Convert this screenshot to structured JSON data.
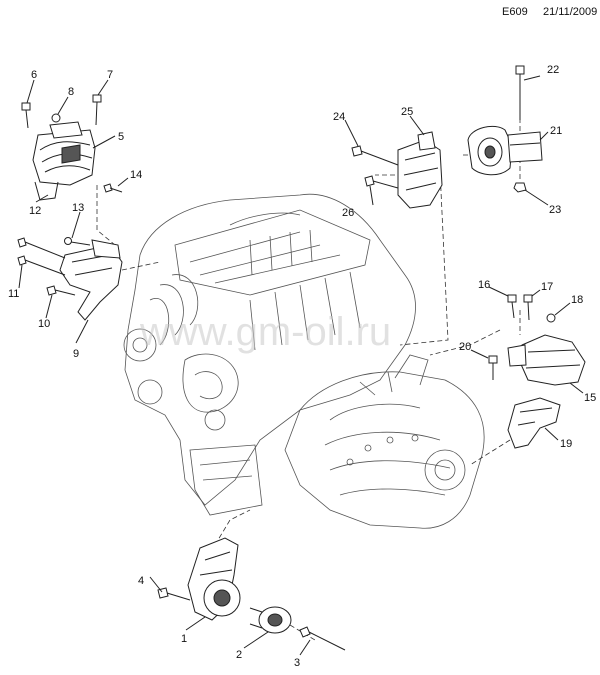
{
  "header": {
    "diagram_code": "E609",
    "date": "21/11/2009"
  },
  "watermark": "www.gm-oil.ru",
  "callouts": [
    "1",
    "2",
    "3",
    "4",
    "5",
    "6",
    "7",
    "8",
    "9",
    "10",
    "11",
    "12",
    "13",
    "14",
    "15",
    "16",
    "17",
    "18",
    "19",
    "20",
    "21",
    "22",
    "23",
    "24",
    "25",
    "26"
  ]
}
